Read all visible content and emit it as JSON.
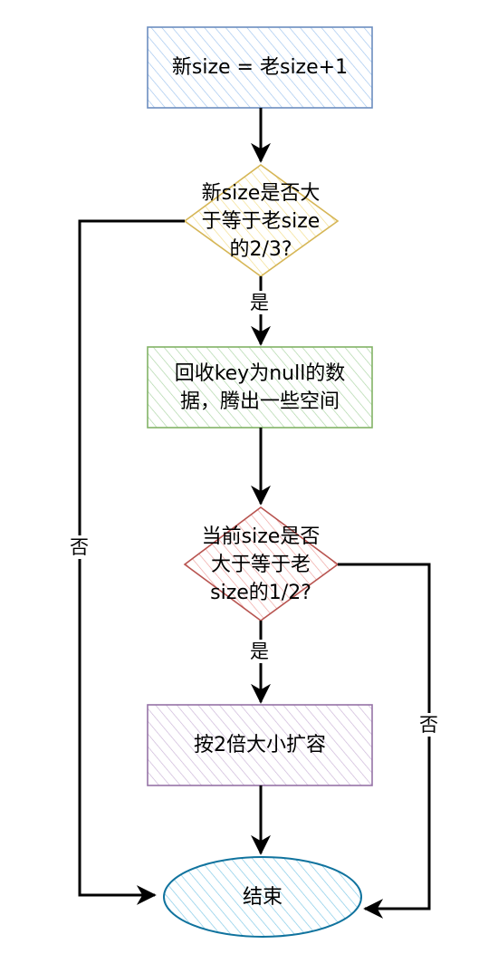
{
  "nodes": {
    "step_new_size": {
      "label": "新size = 老size+1",
      "fill": "#dae8fc",
      "stroke": "#6c8ebf"
    },
    "decision_two_thirds": {
      "line1": "新size是否大",
      "line2": "于等于老size",
      "line3": "的2/3?",
      "fill": "#fff2cc",
      "stroke": "#d6b656"
    },
    "step_reclaim": {
      "line1": "回收key为null的数",
      "line2": "据，腾出一些空间",
      "fill": "#d5e8d4",
      "stroke": "#82b366"
    },
    "decision_half": {
      "line1": "当前size是否",
      "line2": "大于等于老",
      "line3": "size的1/2?",
      "fill": "#f8cecc",
      "stroke": "#b85450"
    },
    "step_resize": {
      "label": "按2倍大小扩容",
      "fill": "#e1d5e7",
      "stroke": "#9673a6"
    },
    "end": {
      "label": "结束",
      "fill": "#b1ddf0",
      "stroke": "#10739e"
    }
  },
  "edges": {
    "yes_1": "是",
    "no_1": "否",
    "yes_2": "是",
    "no_2": "否"
  }
}
